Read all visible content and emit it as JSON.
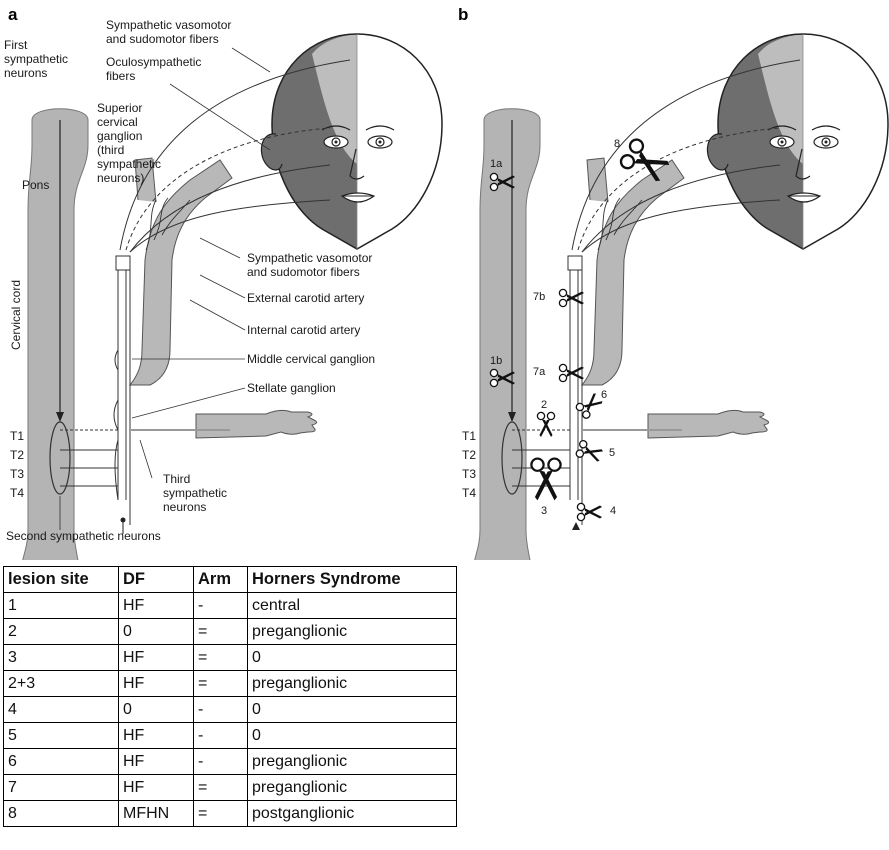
{
  "panels": {
    "a": "a",
    "b": "b"
  },
  "labels_a": {
    "first_neurons": [
      "First",
      "sympathetic",
      "neurons"
    ],
    "pons": "Pons",
    "cervical_cord": "Cervical cord",
    "superior_ganglion": [
      "Superior",
      "cervical",
      "ganglion",
      "(third",
      "sympathetic",
      "neurons)"
    ],
    "vasomotor_top": [
      "Sympathetic vasomotor",
      "and sudomotor fibers"
    ],
    "oculosympathetic": [
      "Oculosympathetic",
      "fibers"
    ],
    "vasomotor_mid": [
      "Sympathetic vasomotor",
      "and sudomotor fibers"
    ],
    "external_carotid": "External carotid artery",
    "internal_carotid": "Internal carotid artery",
    "middle_ganglion": "Middle cervical ganglion",
    "stellate_ganglion": "Stellate ganglion",
    "third_neurons": [
      "Third",
      "sympathetic",
      "neurons"
    ],
    "second_neurons": "Second sympathetic neurons",
    "segments": [
      "T1",
      "T2",
      "T3",
      "T4"
    ]
  },
  "labels_b": {
    "segments": [
      "T1",
      "T2",
      "T3",
      "T4"
    ],
    "lesions": [
      "1a",
      "1b",
      "2",
      "3",
      "4",
      "5",
      "6",
      "7a",
      "7b",
      "8"
    ]
  },
  "table": {
    "headers": [
      "lesion site",
      "DF",
      "Arm",
      "Horners Syndrome"
    ],
    "rows": [
      [
        "1",
        "HF",
        "-",
        "central"
      ],
      [
        "2",
        "0",
        "=",
        "preganglionic"
      ],
      [
        "3",
        "HF",
        "=",
        "0"
      ],
      [
        "2+3",
        "HF",
        "=",
        "preganglionic"
      ],
      [
        "4",
        "0",
        "-",
        "0"
      ],
      [
        "5",
        "HF",
        "-",
        "0"
      ],
      [
        "6",
        "HF",
        "-",
        "preganglionic"
      ],
      [
        "7",
        "HF",
        "=",
        "preganglionic"
      ],
      [
        "8",
        "MFHN",
        "=",
        "postganglionic"
      ]
    ]
  },
  "colors": {
    "cord": "#b4b4b4",
    "artery": "#b8b8b8",
    "face_dark": "#6e6e6e",
    "face_light": "#bdbdbd",
    "line": "#333333"
  }
}
